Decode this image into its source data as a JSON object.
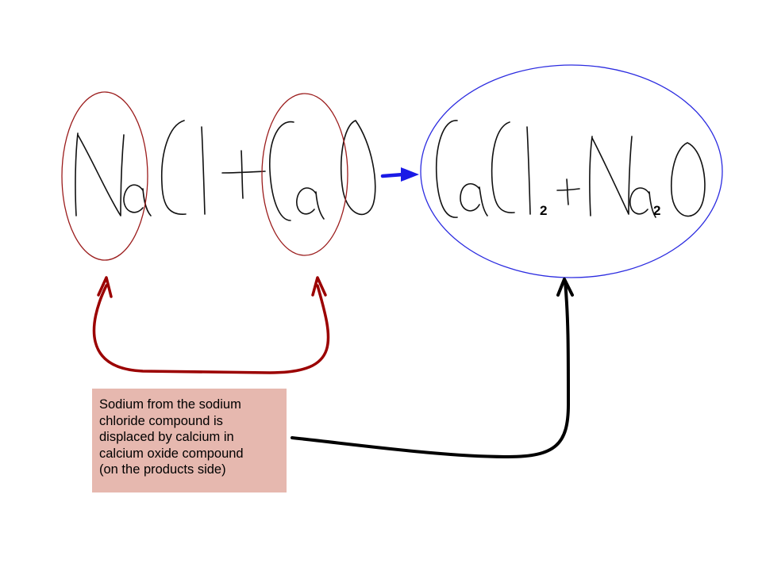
{
  "equation": {
    "reactants": [
      "NaCl",
      "CaO"
    ],
    "products": [
      "CaCl2",
      "Na2O"
    ],
    "subscripts": {
      "calcium_chloride": "2",
      "sodium_oxide": "2"
    }
  },
  "note": {
    "lines": [
      "Sodium from the sodium",
      "chloride compound is",
      "displaced by calcium in",
      "calcium oxide compound",
      "(on the products side)"
    ]
  },
  "colors": {
    "reactant_circle": "#9b1c1c",
    "product_ellipse": "#2b2be0",
    "reaction_arrow": "#1a1ae6",
    "exchange_arrow": "#9b0000",
    "pointer_arrow": "#000000",
    "note_background": "#e6b8af"
  },
  "icons": {
    "reaction_arrow": "right-arrow-icon",
    "exchange_arrow": "double-headed-curved-arrow-icon",
    "pointer_arrow": "curved-pointer-arrow-icon"
  }
}
